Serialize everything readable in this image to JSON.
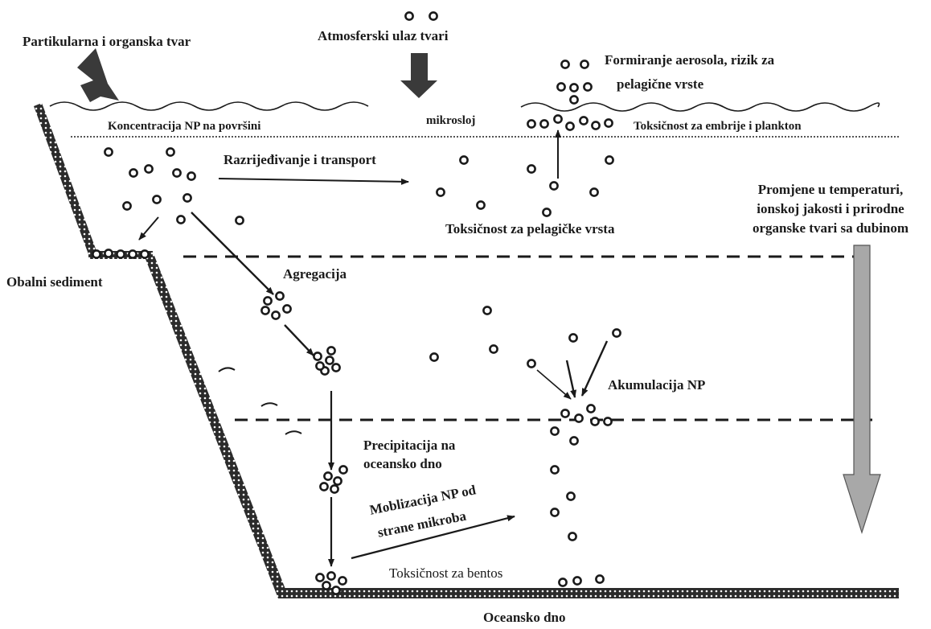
{
  "labels": {
    "particulate": "Partikularna i organska tvar",
    "atmospheric": "Atmosferski ulaz tvari",
    "aerosol_line1": "Formiranje aerosola, rizik za",
    "aerosol_line2": "pelagične vrste",
    "surface_conc": "Koncentracija NP na površini",
    "microlayer": "mikrosloj",
    "embryo_tox": "Toksičnost za embrije i plankton",
    "dilution": "Razrijeđivanje i transport",
    "pelagic_tox": "Toksičnost za pelagičke vrsta",
    "depth_changes_1": "Promjene u temperaturi,",
    "depth_changes_2": "ionskoj jakosti i prirodne",
    "depth_changes_3": "organske tvari sa dubinom",
    "coastal_sediment": "Obalni sediment",
    "aggregation": "Agregacija",
    "accumulation": "Akumulacija NP",
    "precip_1": "Precipitacija na",
    "precip_2": "oceansko dno",
    "mobil_1": "Moblizacija  NP od",
    "mobil_2": "strane mikroba",
    "benthos_tox": "Toksičnost za bentos",
    "ocean_floor": "Oceansko dno"
  },
  "colors": {
    "ink": "#1a1a1a",
    "arrow_fill": "#3a3a3a",
    "depth_arrow": "#a8a8a8",
    "hatch": "#2b2b2b"
  }
}
